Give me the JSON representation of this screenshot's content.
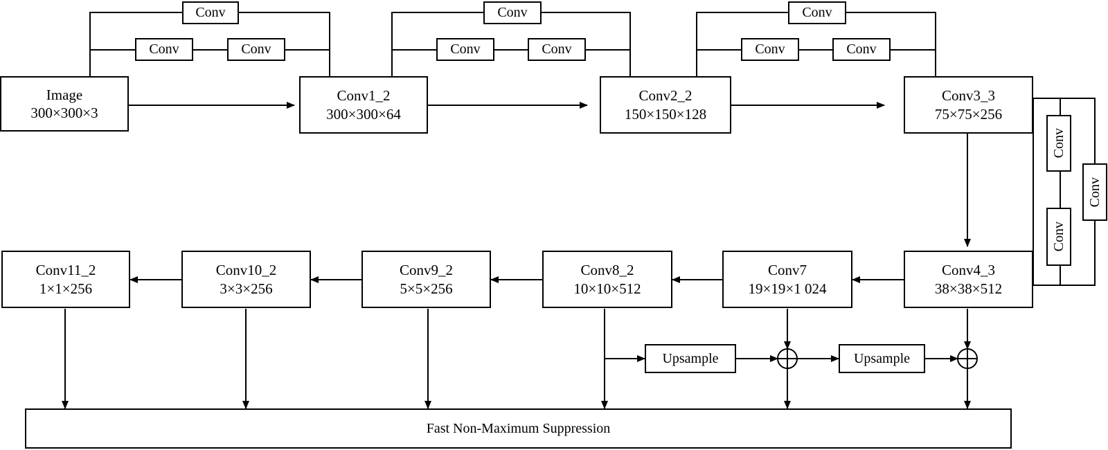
{
  "nodes": {
    "image": {
      "name": "Image",
      "dims": "300×300×3"
    },
    "conv1_2": {
      "name": "Conv1_2",
      "dims": "300×300×64"
    },
    "conv2_2": {
      "name": "Conv2_2",
      "dims": "150×150×128"
    },
    "conv3_3": {
      "name": "Conv3_3",
      "dims": "75×75×256"
    },
    "conv4_3": {
      "name": "Conv4_3",
      "dims": "38×38×512"
    },
    "conv7": {
      "name": "Conv7",
      "dims": "19×19×1 024"
    },
    "conv8_2": {
      "name": "Conv8_2",
      "dims": "10×10×512"
    },
    "conv9_2": {
      "name": "Conv9_2",
      "dims": "5×5×256"
    },
    "conv10_2": {
      "name": "Conv10_2",
      "dims": "3×3×256"
    },
    "conv11_2": {
      "name": "Conv11_2",
      "dims": "1×1×256"
    }
  },
  "ops": {
    "conv": "Conv",
    "upsample": "Upsample",
    "nms": "Fast Non-Maximum Suppression"
  }
}
